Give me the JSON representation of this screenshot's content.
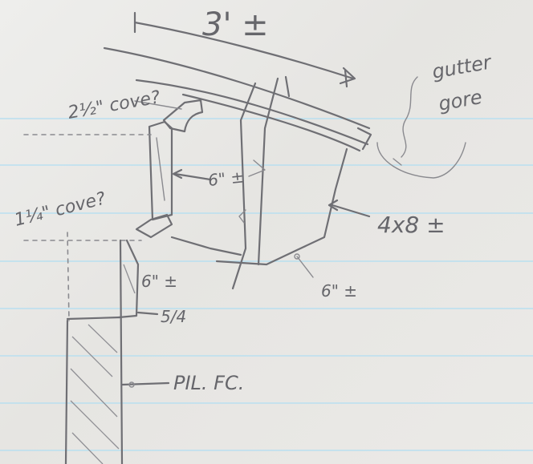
{
  "labels": {
    "overall_width": "3' ±",
    "gutter": "gutter",
    "gore": "gore",
    "crown_cove": "2½\" cove?",
    "fascia_depth": "6\" ±",
    "small_cove": "1¼\" cove?",
    "lower_depth": "6\" ±",
    "trim_thickness": "5/4",
    "rafter_size": "4x8 ±",
    "soffit_depth": "6\" ±",
    "pilaster": "PIL. FC."
  }
}
